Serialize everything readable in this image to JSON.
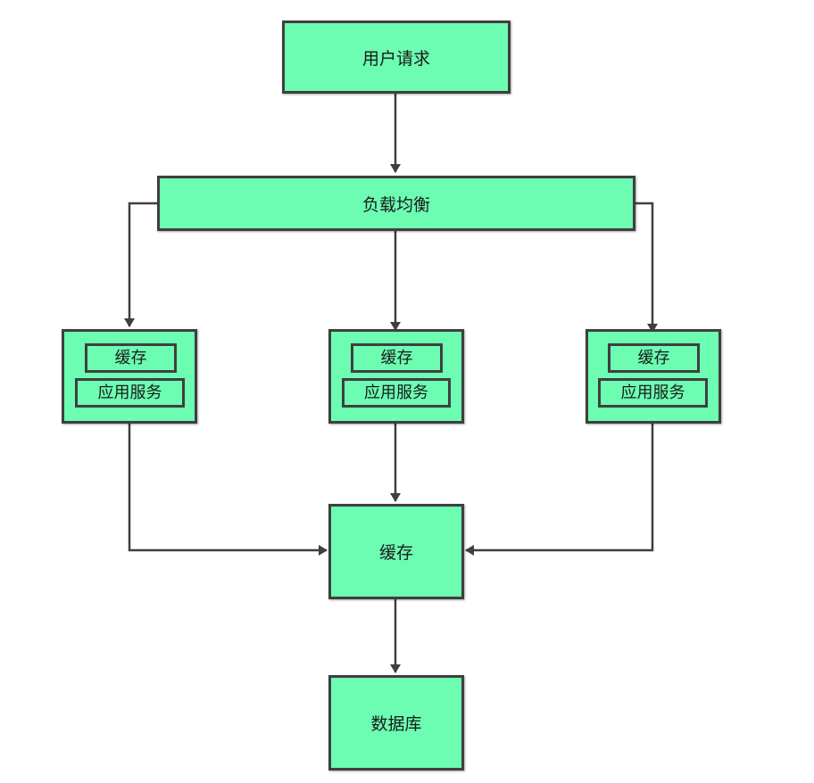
{
  "diagram": {
    "user_request": "用户请求",
    "load_balancer": "负载均衡",
    "servers": [
      {
        "cache": "缓存",
        "app": "应用服务"
      },
      {
        "cache": "缓存",
        "app": "应用服务"
      },
      {
        "cache": "缓存",
        "app": "应用服务"
      }
    ],
    "shared_cache": "缓存",
    "database": "数据库"
  },
  "colors": {
    "node_fill": "#6cfdb2",
    "node_border": "#3f3f3f",
    "arrow": "#3f3f3f"
  }
}
